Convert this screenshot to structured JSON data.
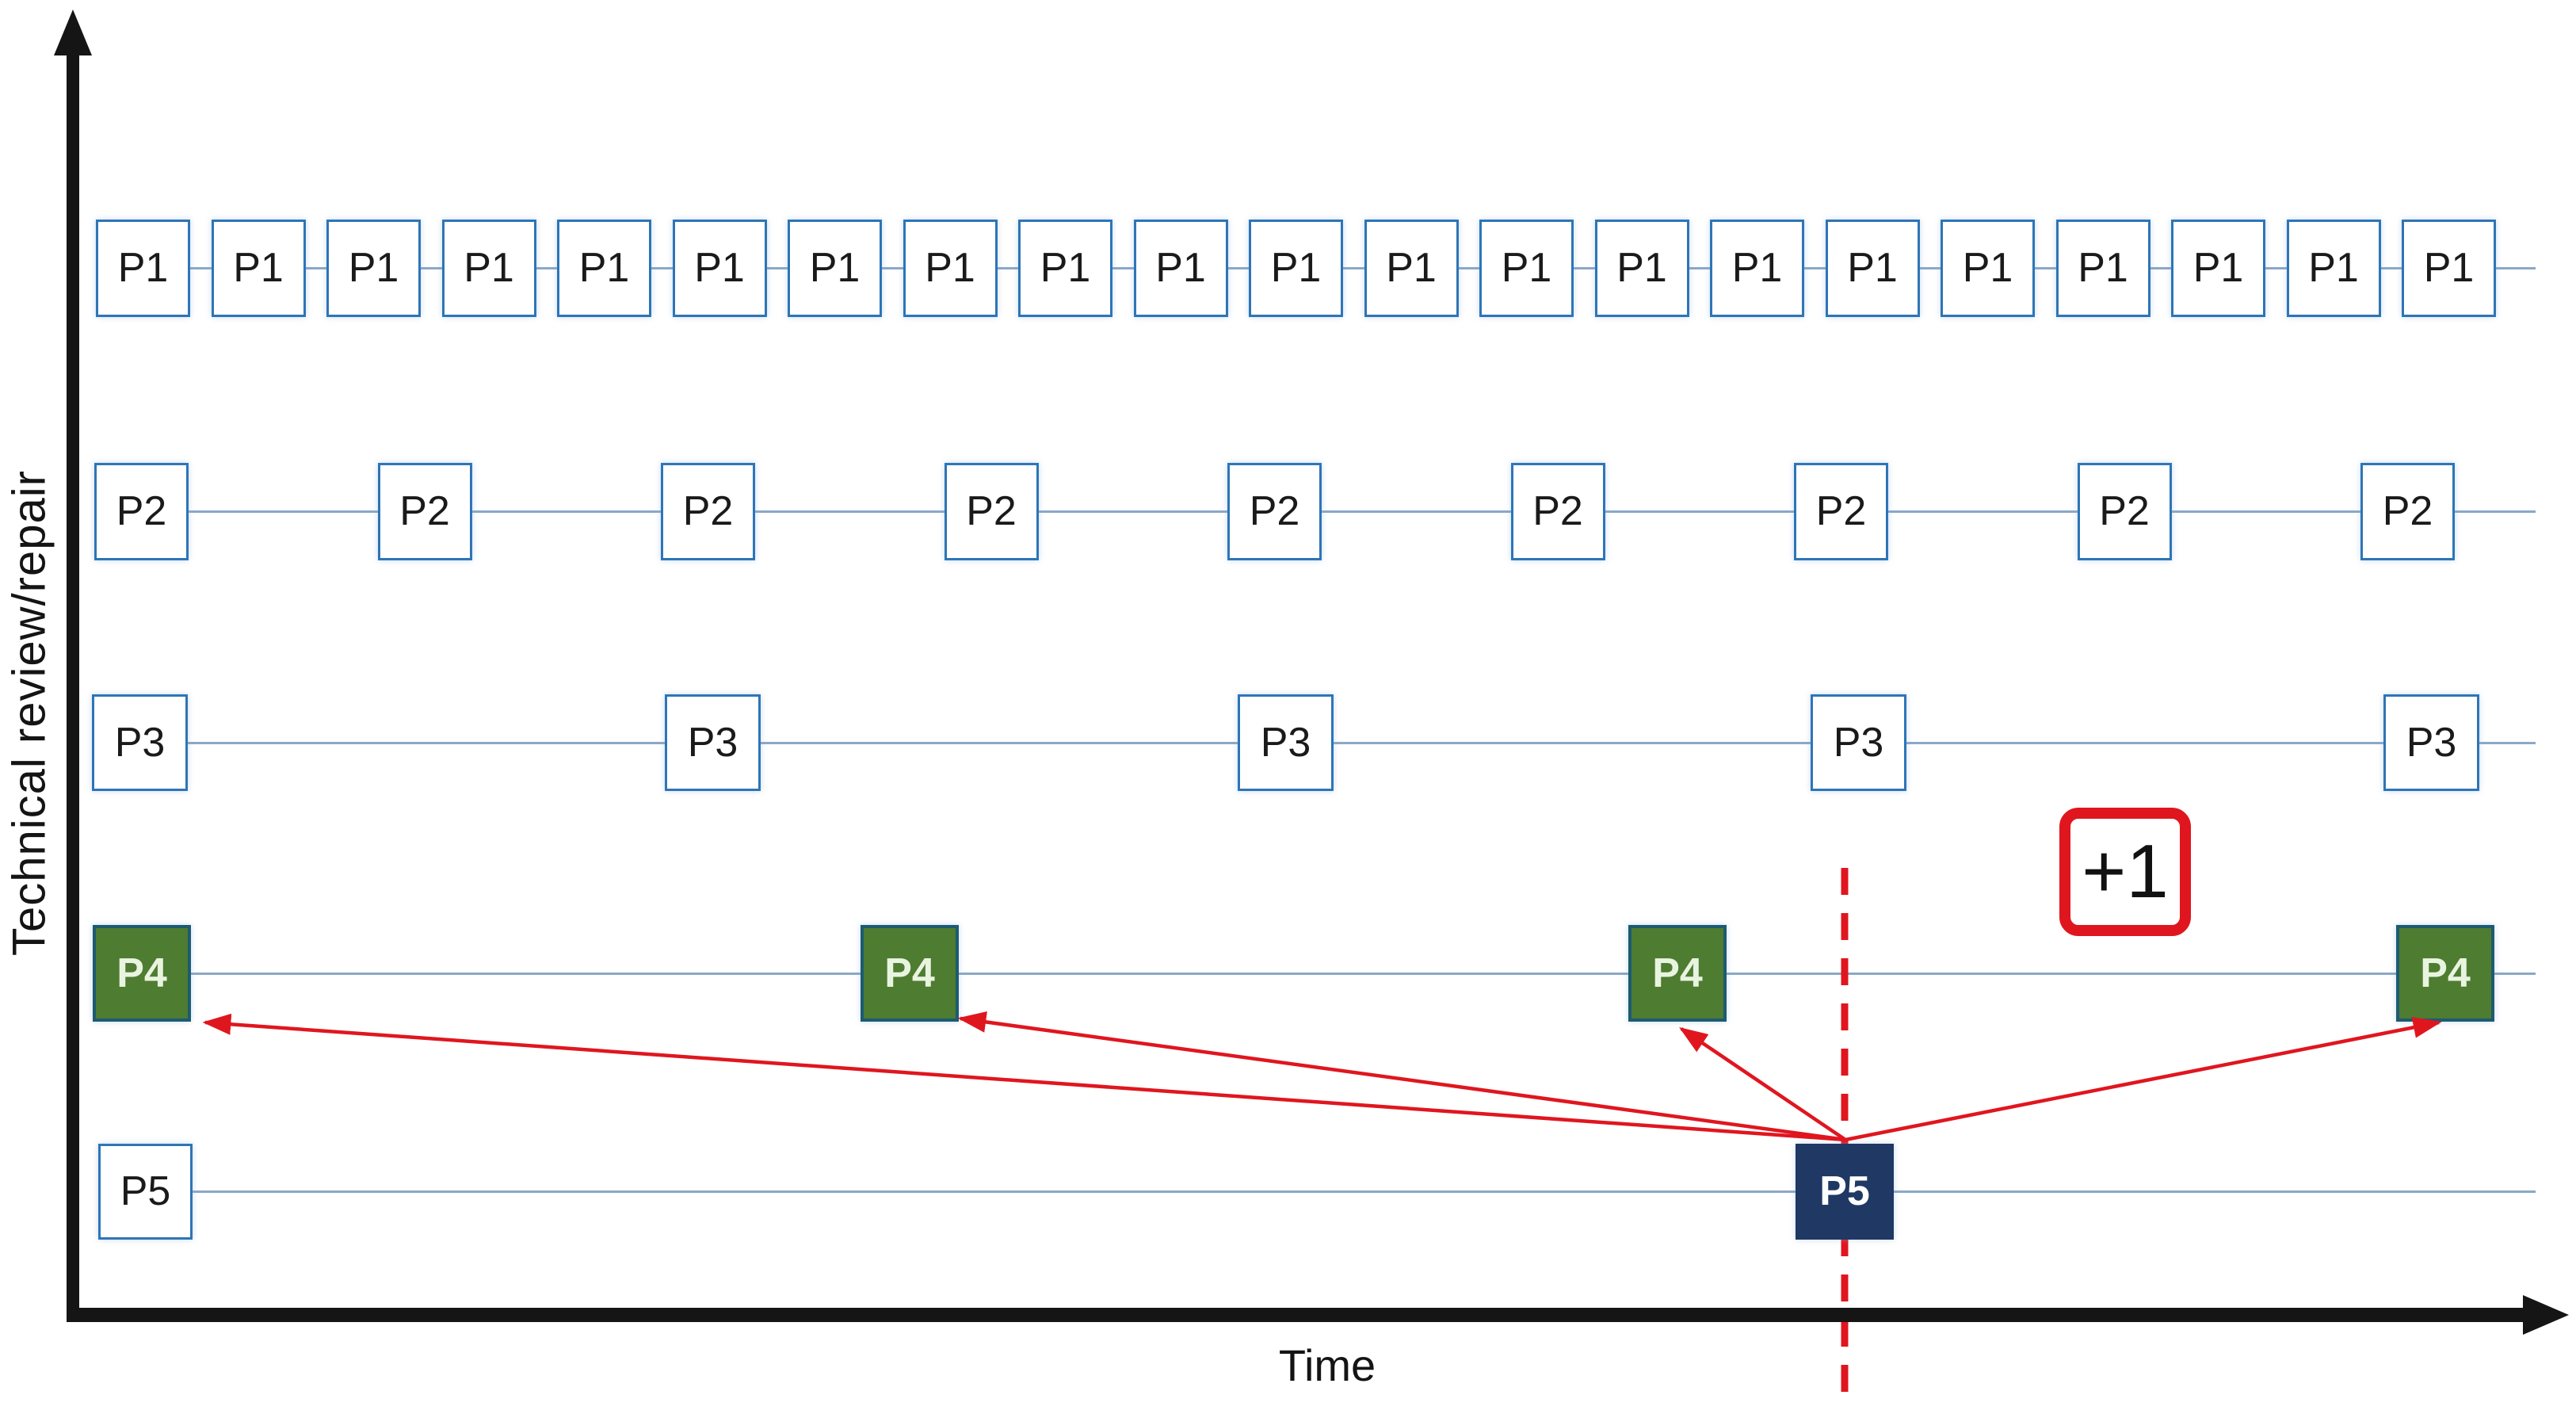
{
  "axes": {
    "y_label": "Technical review/repair",
    "x_label": "Time"
  },
  "annotation": {
    "plus_one": "+1"
  },
  "rows": [
    {
      "id": "p1",
      "label": "P1",
      "style": "outline",
      "box_count": 21
    },
    {
      "id": "p2",
      "label": "P2",
      "style": "outline",
      "box_count": 9
    },
    {
      "id": "p3",
      "label": "P3",
      "style": "outline",
      "box_count": 5
    },
    {
      "id": "p4",
      "label": "P4",
      "style": "green",
      "box_count": 4
    },
    {
      "id": "p5",
      "label": "P5",
      "style": "outline",
      "box_count": 1,
      "highlight_box": {
        "label": "P5",
        "style": "navy"
      }
    }
  ],
  "colors": {
    "box_border": "#2e75b6",
    "row_line": "#8aa8c8",
    "green_fill": "#4e7c31",
    "green_border": "#1d5b70",
    "navy_fill": "#1f3864",
    "red": "#e0161f",
    "axis": "#151515"
  }
}
